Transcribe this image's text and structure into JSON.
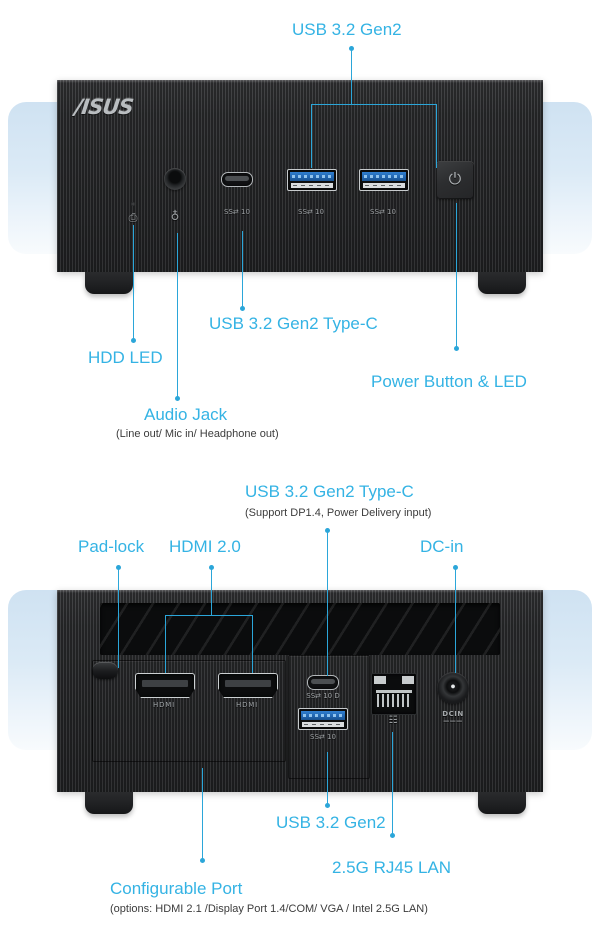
{
  "page": {
    "title": "ASUS Mini PC port layout diagram",
    "accent_color": "#34b3e4",
    "line_color": "#2ba6d9",
    "subtext_color": "#3c3c3c",
    "backdrop_color": "#cfe2f2"
  },
  "front": {
    "brand": "/ISUS",
    "callouts": {
      "usb_top": "USB 3.2 Gen2",
      "hdd_led": "HDD LED",
      "usb_c": "USB 3.2 Gen2 Type-C",
      "power": "Power Button & LED",
      "audio": "Audio Jack",
      "audio_sub": "(Line out/ Mic in/ Headphone out)"
    },
    "port_glyphs": {
      "hdd": "⎙",
      "audio": "♁",
      "usbc": "SS⇄ 10",
      "usba_1": "SS⇄ 10",
      "usba_2": "SS⇄ 10",
      "power": "⏻"
    }
  },
  "back": {
    "callouts": {
      "usb_c": "USB 3.2 Gen2 Type-C",
      "usb_c_sub": "(Support DP1.4, Power Delivery input)",
      "padlock": "Pad-lock",
      "hdmi": "HDMI 2.0",
      "dc_in": "DC-in",
      "usb_a": "USB 3.2 Gen2",
      "lan": "2.5G RJ45 LAN",
      "configurable": "Configurable Port",
      "configurable_sub": "(options: HDMI 2.1 /Display Port 1.4/COM/ VGA / Intel 2.5G LAN)"
    },
    "port_labels": {
      "hdmi_1": "HDMI",
      "hdmi_2": "HDMI",
      "dcin_line1": "DCIN",
      "dcin_line2": "———",
      "usbc_glyph": "SS⇄ 10 D",
      "usba_glyph": "SS⇄ 10",
      "lan_glyph": "☷"
    }
  }
}
